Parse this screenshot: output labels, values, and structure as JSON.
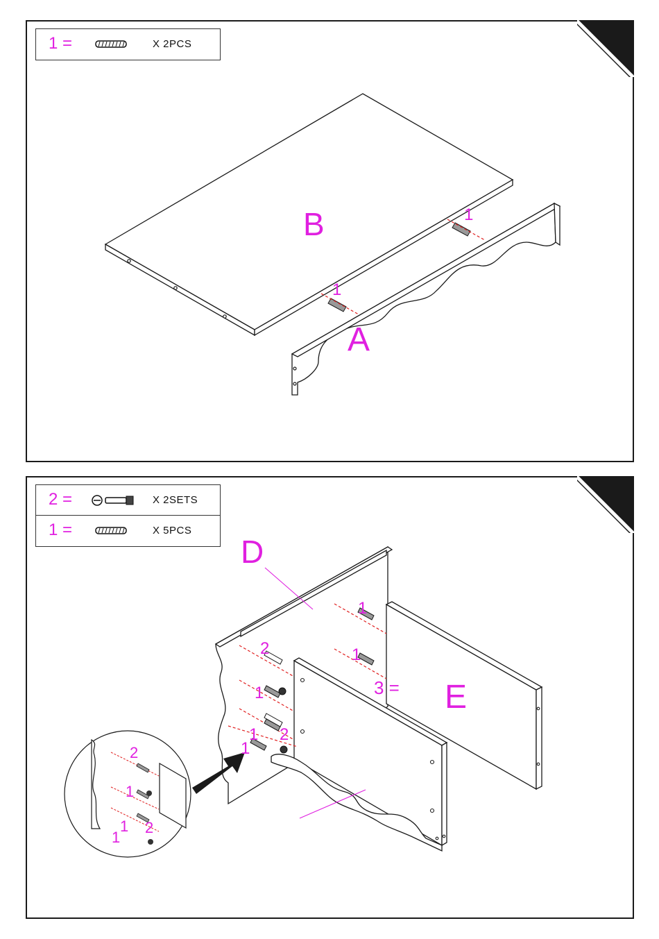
{
  "step1": {
    "legend": [
      {
        "key": "1 =",
        "part": "dowel",
        "qty": "X  2PCS"
      }
    ],
    "labels": {
      "panel_b": "B",
      "panel_a": "A",
      "dowel_left": "1",
      "dowel_right": "1"
    }
  },
  "step2": {
    "legend": [
      {
        "key": "2 =",
        "part": "cam-lock-set",
        "qty": "X  2SETS"
      },
      {
        "key": "1 =",
        "part": "dowel",
        "qty": "X  5PCS"
      }
    ],
    "labels": {
      "panel_d": "D",
      "panel_e": "E",
      "eq3": "3 =",
      "upper_1a": "1",
      "upper_1b": "1",
      "left_2": "2",
      "left_1a": "1",
      "left_1b": "1",
      "left_1c": "1",
      "left_2b": "2",
      "zoom_2": "2",
      "zoom_1a": "1",
      "zoom_1b": "1",
      "zoom_2b": "2",
      "zoom_1c": "1"
    }
  },
  "colors": {
    "accent": "#e020e0",
    "line": "#1a1a1a",
    "guide": "#e02020"
  }
}
